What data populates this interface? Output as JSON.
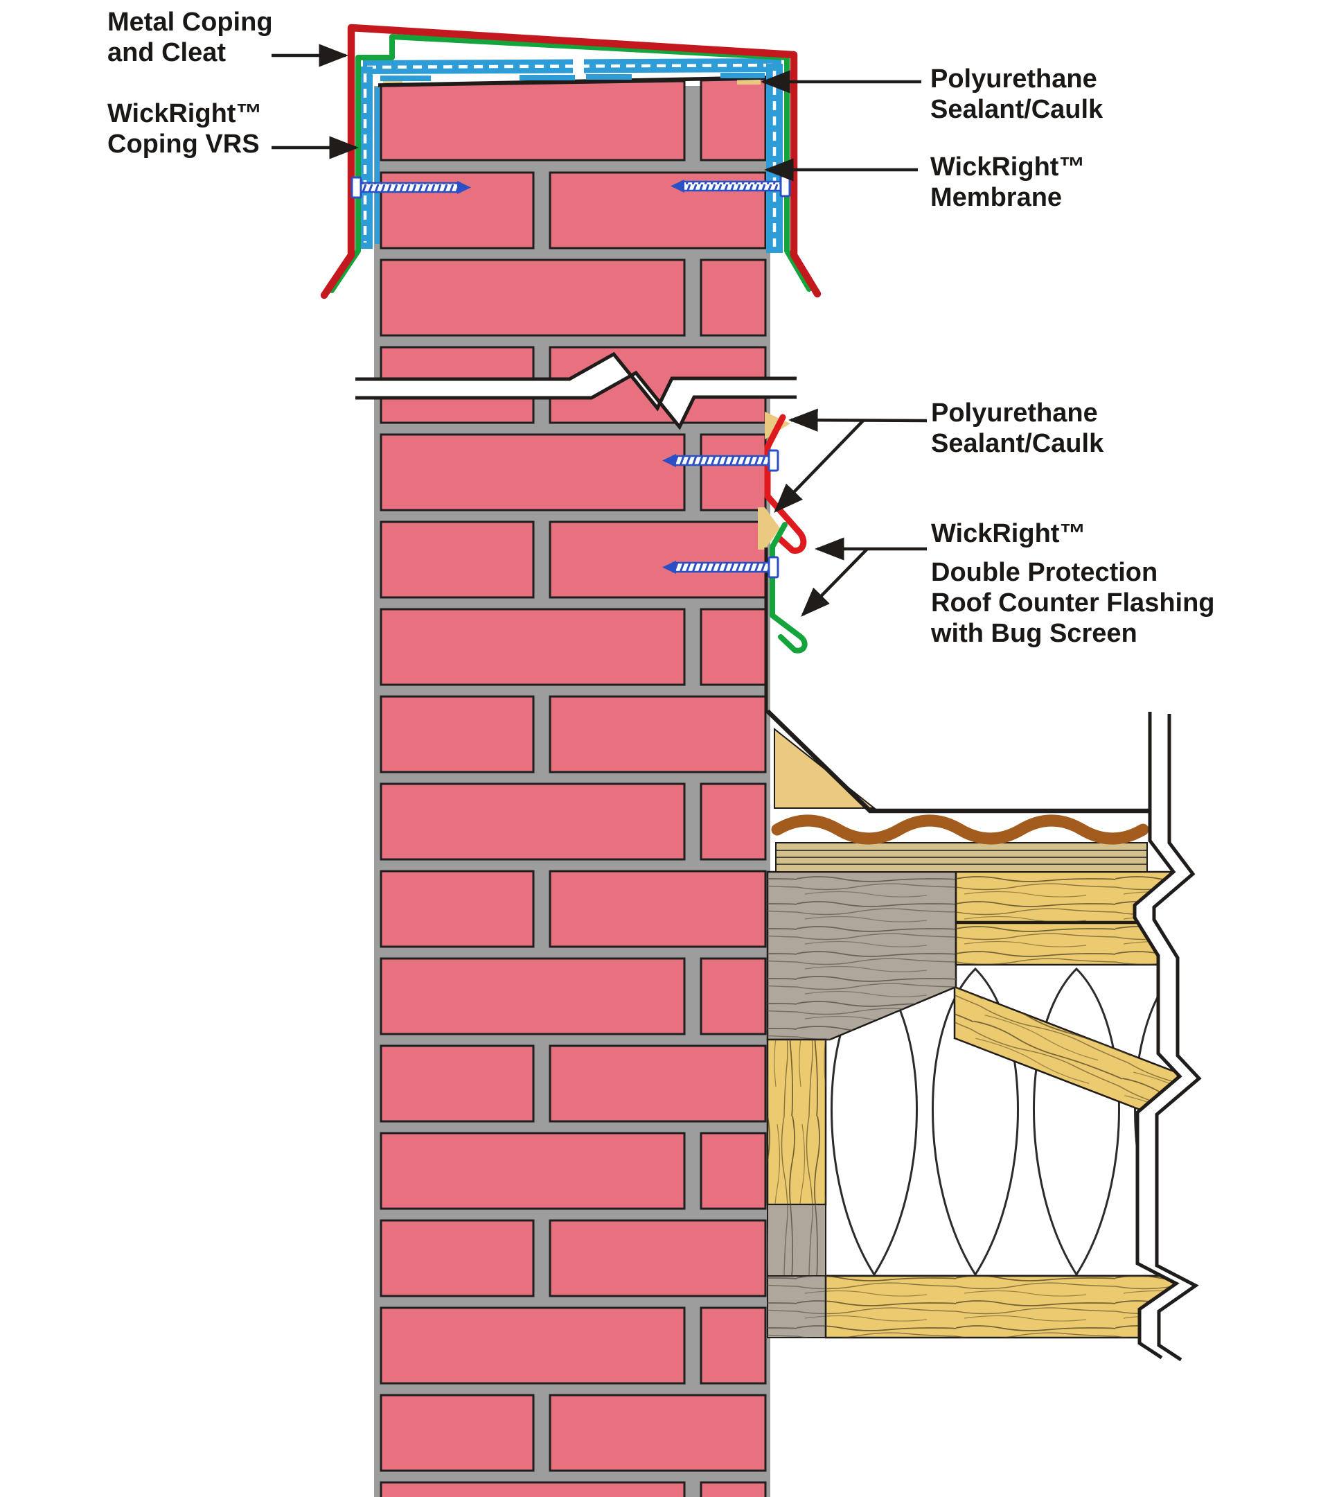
{
  "description": "Construction detail diagram of a brick parapet wall with metal coping, WickRight coping VRS, membrane, polyurethane sealant joints, double-protection roof counter flashing with bug screen, and adjacent flat-roof framing section",
  "labels": {
    "metal_coping": {
      "line1": "Metal Coping",
      "line2": "and Cleat"
    },
    "coping_vrs": {
      "line1": "WickRight™",
      "line2": "Coping VRS"
    },
    "sealant_top": {
      "line1": "Polyurethane",
      "line2": "Sealant/Caulk"
    },
    "membrane": {
      "line1": "WickRight™",
      "line2": "Membrane"
    },
    "sealant_mid": {
      "line1": "Polyurethane",
      "line2": "Sealant/Caulk"
    },
    "counter_flashing": {
      "line1": "WickRight™",
      "line2": "Double Protection",
      "line3": "Roof Counter Flashing",
      "line4": "with Bug Screen"
    }
  },
  "colors": {
    "coping_red": "#C3191E",
    "cleat_green": "#13A43B",
    "vrs_blue": "#2E9CD6",
    "brick_pink": "#E8717F",
    "mortar_gray": "#9D9D9D",
    "sealant_tan": "#EACA80",
    "wood_yellow": "#ECCB70",
    "wood_gray": "#AFA79B",
    "plywood_tan": "#D5C18D",
    "roofing_brown": "#A35C1E",
    "screw_blue": "#2B4FC5",
    "line_black": "#1F1C1A"
  },
  "icons": {
    "screw": "masonry-screw-icon",
    "arrow": "leader-arrowhead-icon",
    "break": "break-line-symbol",
    "insulation": "batt-insulation-symbol"
  }
}
